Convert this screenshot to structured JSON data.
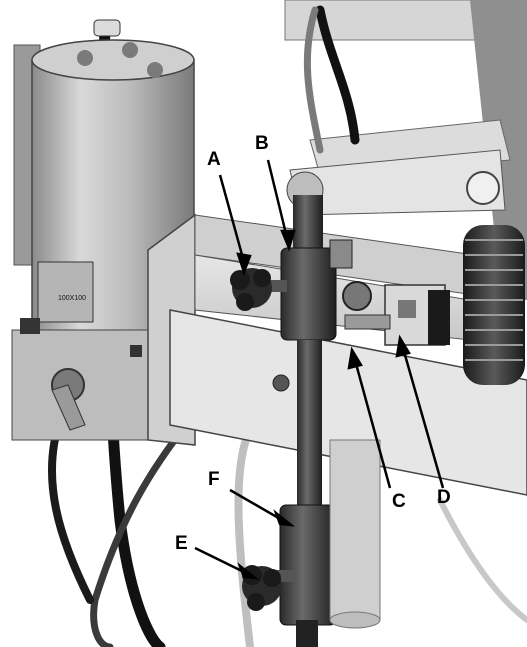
{
  "figure": {
    "callouts": [
      {
        "id": "A",
        "label": "A"
      },
      {
        "id": "B",
        "label": "B"
      },
      {
        "id": "C",
        "label": "C"
      },
      {
        "id": "D",
        "label": "D"
      },
      {
        "id": "E",
        "label": "E"
      },
      {
        "id": "F",
        "label": "F"
      }
    ],
    "cylinder_plate_text": [
      "100X100"
    ]
  }
}
